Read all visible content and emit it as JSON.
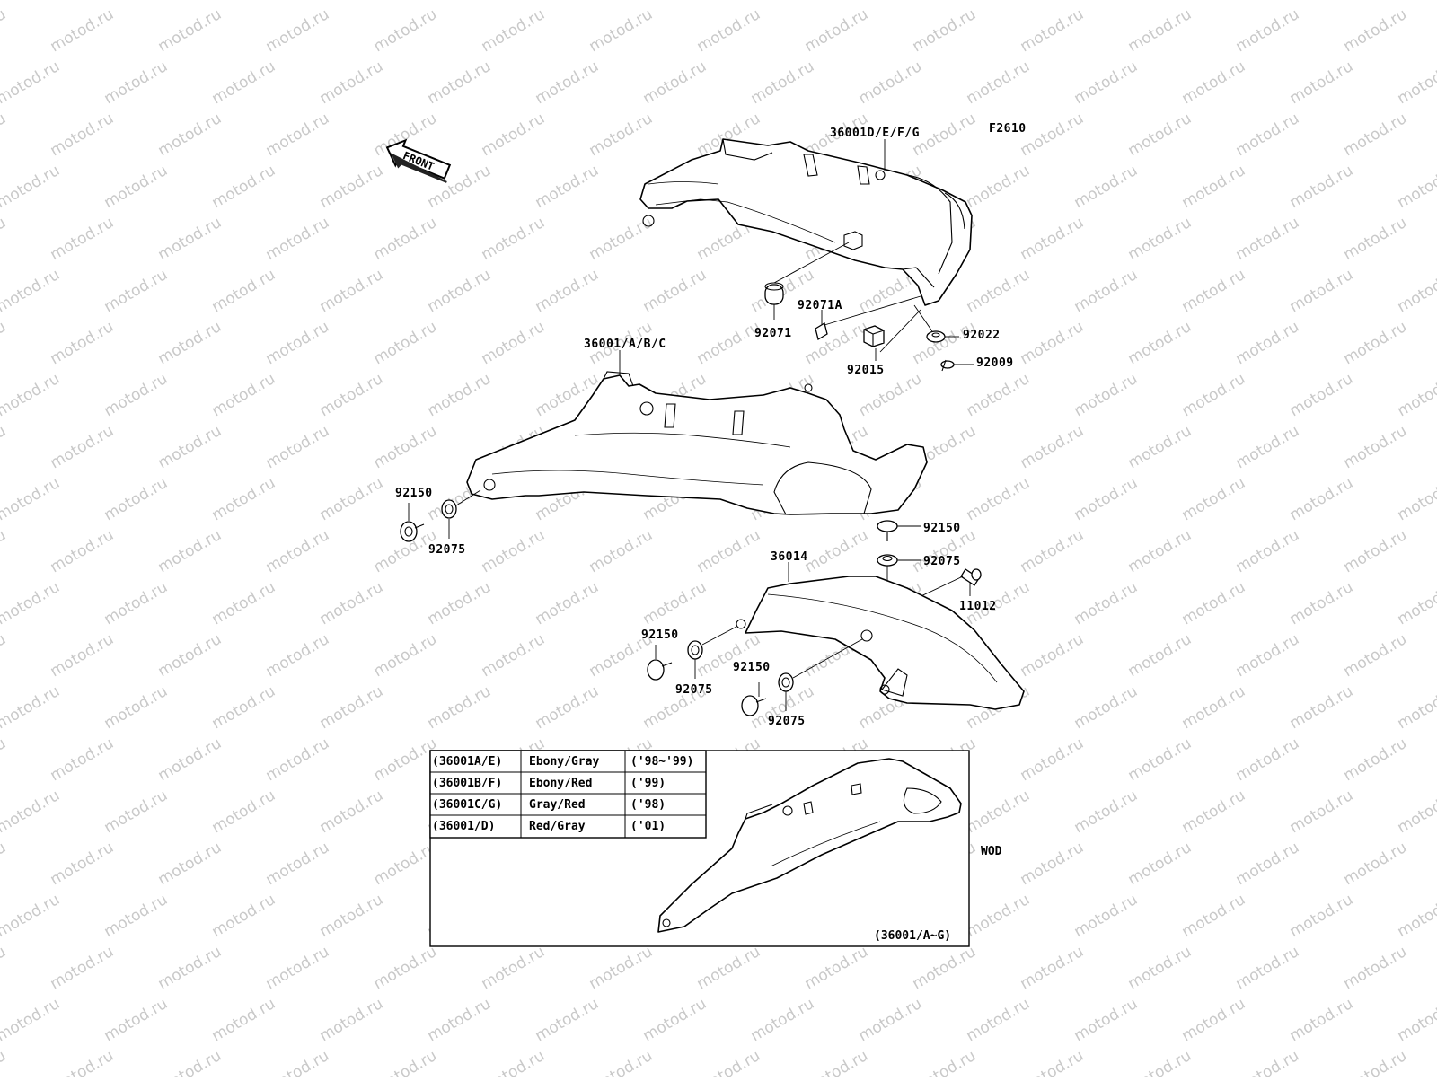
{
  "watermark": "motod.ru",
  "figure_code": "F2610",
  "front_label": "FRONT",
  "labels": {
    "seat_cover_upper": "36001D/E/F/G",
    "seat_cover_lower": "36001/A/B/C",
    "clip_a": "92071A",
    "grommet_upper": "92071",
    "nut": "92015",
    "washer_upper": "92022",
    "bolt": "92009",
    "bolt_left": "92150",
    "collar_left": "92075",
    "bolt_right": "92150",
    "collar_right": "92075",
    "cover_bottom": "36014",
    "collar_tube": "11012",
    "bolt_mid1": "92150",
    "collar_mid1": "92075",
    "bolt_mid2": "92150",
    "collar_mid2": "92075"
  },
  "color_table": {
    "rows": [
      {
        "code": "(36001A/E)",
        "color": "Ebony/Gray",
        "years": "('98~'99)"
      },
      {
        "code": "(36001B/F)",
        "color": "Ebony/Red",
        "years": "('99)"
      },
      {
        "code": "(36001C/G)",
        "color": "Gray/Red",
        "years": "('98)"
      },
      {
        "code": "(36001/D)",
        "color": "Red/Gray",
        "years": "('01)"
      }
    ]
  },
  "inset": {
    "tag": "WOD",
    "caption": "(36001/A~G)"
  }
}
